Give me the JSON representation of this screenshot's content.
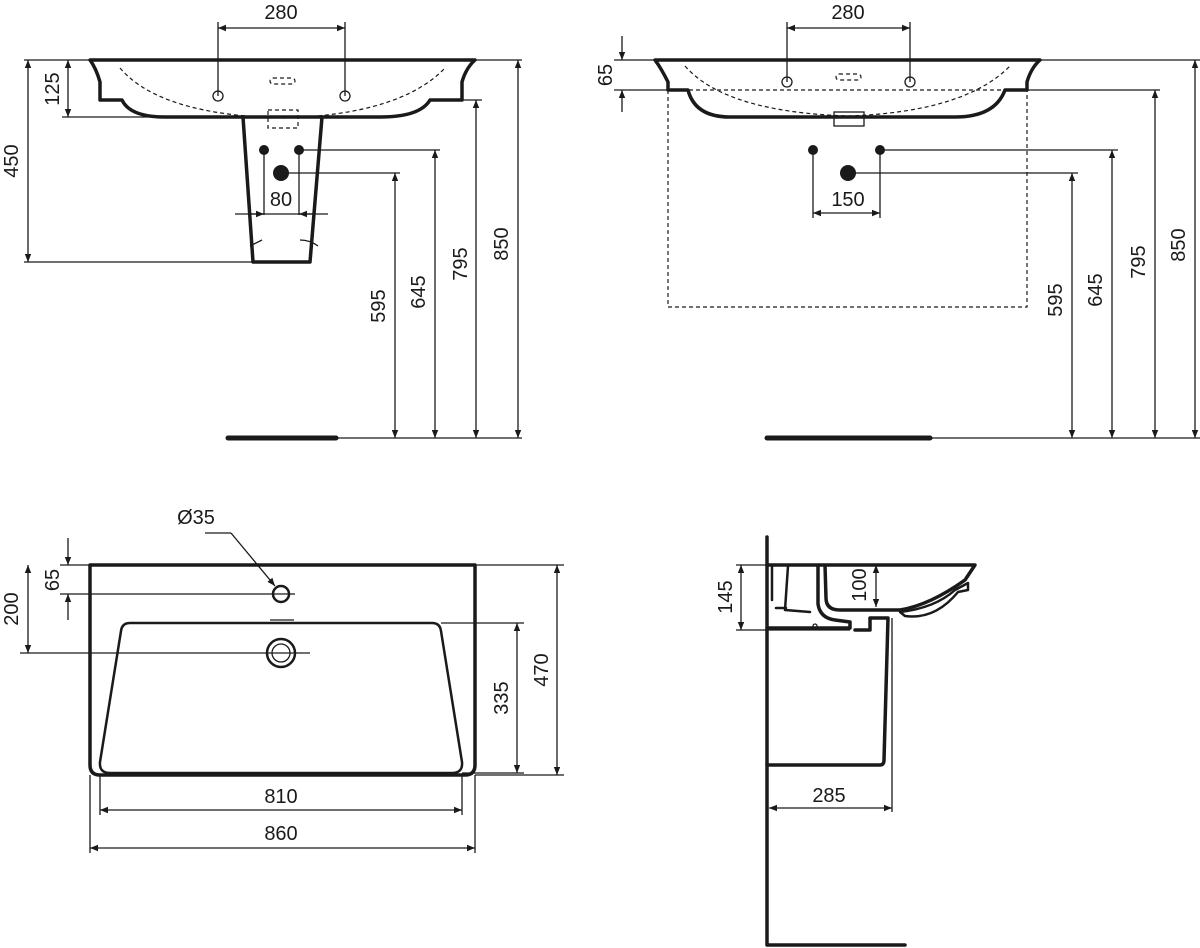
{
  "drawing": {
    "front_view_pedestal": {
      "tap_hole_spacing": "280",
      "basin_height": "125",
      "pedestal_top_height": "450",
      "supply_spacing": "80",
      "waste_height": "595",
      "supply_height": "645",
      "basin_underside_height": "795",
      "rim_height": "850"
    },
    "front_view_wall": {
      "tap_hole_spacing": "280",
      "rim_thickness": "65",
      "supply_spacing": "150",
      "waste_height": "595",
      "supply_height": "645",
      "basin_underside_height": "795",
      "rim_height": "850"
    },
    "top_view": {
      "tap_hole_diameter": "Ø35",
      "tap_hole_offset": "65",
      "waste_offset": "200",
      "bowl_depth": "335",
      "overall_depth": "470",
      "bowl_width": "810",
      "overall_width": "860"
    },
    "side_view": {
      "overall_height": "145",
      "bowl_depth": "100",
      "pedestal_projection": "285"
    }
  }
}
